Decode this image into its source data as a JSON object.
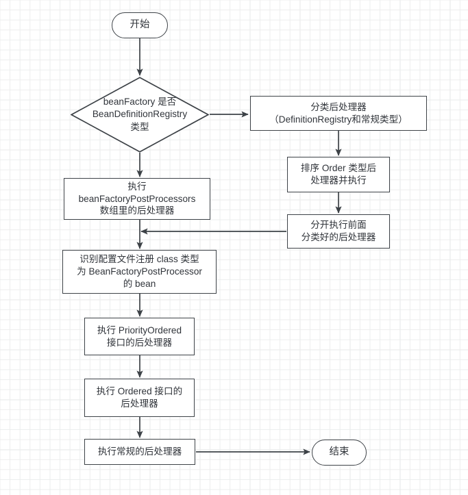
{
  "diagram": {
    "title": "Spring BeanFactoryPostProcessor invocation flow",
    "colors": {
      "stroke": "#3d4247",
      "text": "#30343a",
      "background": "#ffffff",
      "grid_minor": "#eceded",
      "grid_major": "#e2e3e4"
    },
    "nodes": [
      {
        "id": "start",
        "shape": "terminator",
        "label": "开始"
      },
      {
        "id": "decision_registry",
        "shape": "decision",
        "label": "beanFactory 是否\nBeanDefinitionRegistry\n类型"
      },
      {
        "id": "classify",
        "shape": "process",
        "label": "分类后处理器\n（DefinitionRegistry和常规类型）"
      },
      {
        "id": "sort_order",
        "shape": "process",
        "label": "排序 Order 类型后\n处理器并执行"
      },
      {
        "id": "split_exec",
        "shape": "process",
        "label": "分开执行前面\n分类好的后处理器"
      },
      {
        "id": "exec_array",
        "shape": "process",
        "label": "执行\nbeanFactoryPostProcessors\n数组里的后处理器"
      },
      {
        "id": "identify_beans",
        "shape": "process",
        "label": "识别配置文件注册  class 类型\n为 BeanFactoryPostProcessor\n的 bean"
      },
      {
        "id": "priority_ordered",
        "shape": "process",
        "label": "执行 PriorityOrdered\n接口的后处理器"
      },
      {
        "id": "ordered",
        "shape": "process",
        "label": "执行 Ordered 接口的\n后处理器"
      },
      {
        "id": "regular",
        "shape": "process",
        "label": "执行常规的后处理器"
      },
      {
        "id": "end",
        "shape": "terminator",
        "label": "结束"
      }
    ],
    "edges": [
      {
        "id": "e1",
        "from": "start",
        "to": "decision_registry",
        "label": "",
        "direction": "down"
      },
      {
        "id": "e2",
        "from": "decision_registry",
        "to": "classify",
        "label": "",
        "direction": "right"
      },
      {
        "id": "e3",
        "from": "decision_registry",
        "to": "exec_array",
        "label": "",
        "direction": "down"
      },
      {
        "id": "e4",
        "from": "classify",
        "to": "sort_order",
        "label": "",
        "direction": "down"
      },
      {
        "id": "e5",
        "from": "sort_order",
        "to": "split_exec",
        "label": "",
        "direction": "down"
      },
      {
        "id": "e6",
        "from": "split_exec",
        "to": "identify_beans",
        "label": "",
        "direction": "left"
      },
      {
        "id": "e7",
        "from": "exec_array",
        "to": "identify_beans",
        "label": "",
        "direction": "down"
      },
      {
        "id": "e8",
        "from": "identify_beans",
        "to": "priority_ordered",
        "label": "",
        "direction": "down"
      },
      {
        "id": "e9",
        "from": "priority_ordered",
        "to": "ordered",
        "label": "",
        "direction": "down"
      },
      {
        "id": "e10",
        "from": "ordered",
        "to": "regular",
        "label": "",
        "direction": "down"
      },
      {
        "id": "e11",
        "from": "regular",
        "to": "end",
        "label": "",
        "direction": "right"
      }
    ]
  }
}
